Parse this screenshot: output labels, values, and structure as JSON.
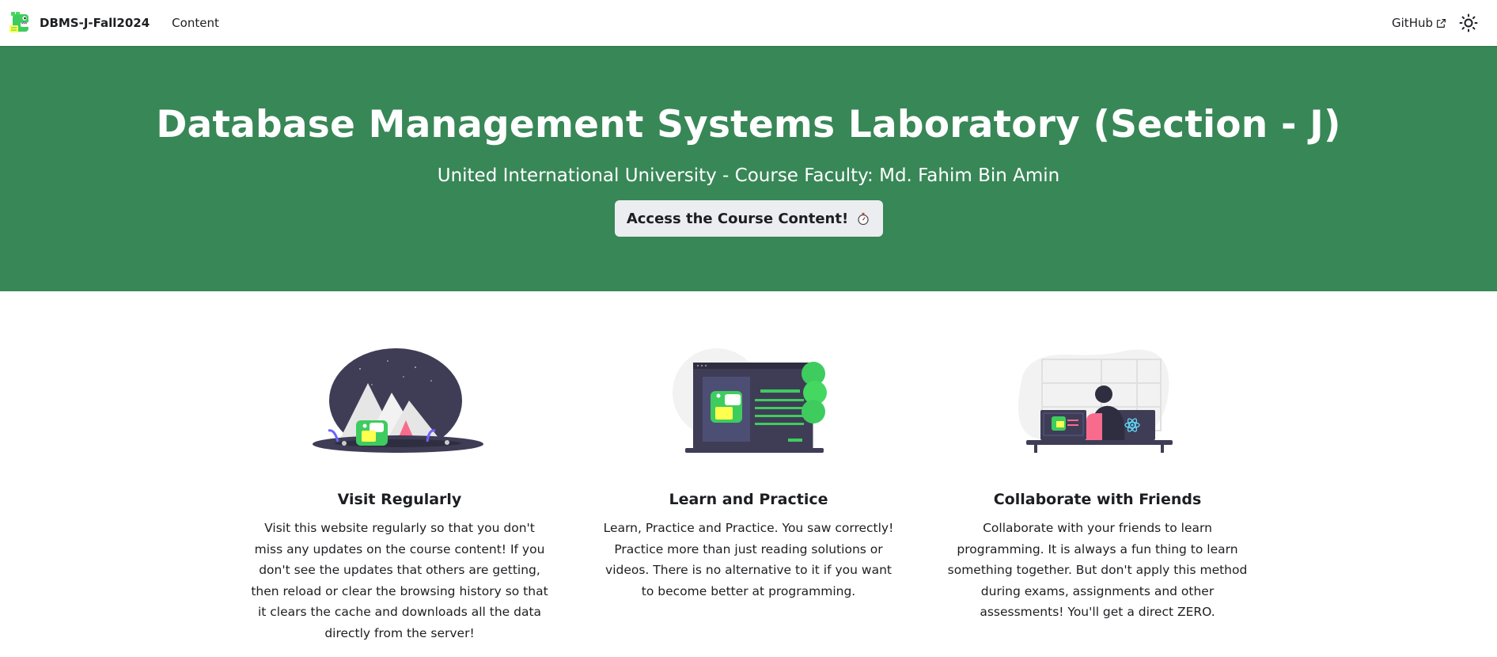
{
  "navbar": {
    "brand_title": "DBMS-J-Fall2024",
    "content_link": "Content",
    "github_link": "GitHub"
  },
  "hero": {
    "title": "Database Management Systems Laboratory (Section - J)",
    "subtitle": "United International University - Course Faculty: Md. Fahim Bin Amin",
    "button_label": "Access the Course Content!"
  },
  "features": [
    {
      "title": "Visit Regularly",
      "text": "Visit this website regularly so that you don't miss any updates on the course content! If you don't see the updates that others are getting, then reload or clear the browsing history so that it clears the cache and downloads all the data directly from the server!",
      "illustration": "mountain-dino-illustration"
    },
    {
      "title": "Learn and Practice",
      "text": "Learn, Practice and Practice. You saw correctly! Practice more than just reading solutions or videos. There is no alternative to it if you want to become better at programming.",
      "illustration": "monitor-dino-illustration"
    },
    {
      "title": "Collaborate with Friends",
      "text": "Collaborate with your friends to learn programming. It is always a fun thing to learn something together. But don't apply this method during exams, assignments and other assessments! You'll get a direct ZERO.",
      "illustration": "desk-collaboration-illustration"
    }
  ],
  "colors": {
    "hero_bg": "#388757",
    "button_bg": "#ebedf0",
    "dino_green": "#3ecc5f",
    "dark_purple": "#3f3d56"
  }
}
